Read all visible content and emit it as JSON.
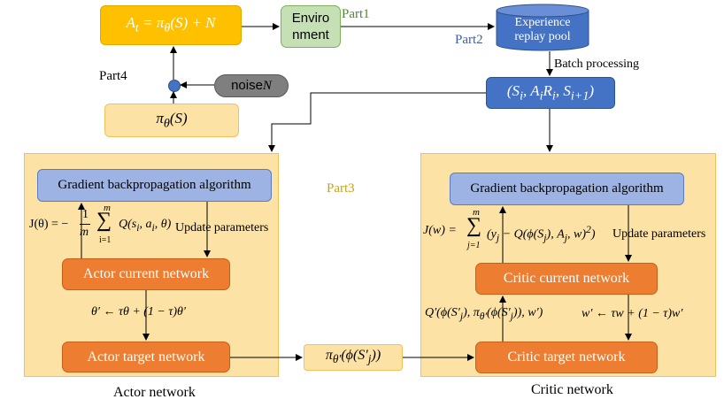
{
  "top": {
    "action_formula": "A_t = π_θ(S) + N",
    "environment": "Enviro nment",
    "environment_line1": "Enviro",
    "environment_line2": "nment",
    "part1": "Part1",
    "pool_line1": "Experience",
    "pool_line2": "replay pool",
    "part2": "Part2",
    "batch_processing": "Batch processing",
    "transition": "(S_i, A_i R_i, S_{i+1})",
    "part4": "Part4",
    "noise": "noiseN",
    "policy": "π_θ(S)"
  },
  "actor": {
    "gradient": "Gradient backpropagation algorithm",
    "objective": "J(θ) = −(1/m) Σ_{i=1}^{m} Q(s_i, a_i, θ)",
    "update": "Update parameters",
    "current": "Actor current network",
    "soft_update": "θ′ ← τθ + (1 − τ)θ′",
    "target": "Actor target network",
    "caption": "Actor network"
  },
  "middle": {
    "part3": "Part3",
    "target_policy": "π_θ′(ϕ(S′_j))"
  },
  "critic": {
    "gradient": "Gradient backpropagation algorithm",
    "objective": "J(w) = Σ_{j=1}^{m} (y_j − Q(ϕ(S_j), A_j, w)²)",
    "update": "Update parameters",
    "current": "Critic current network",
    "q_target": "Q′(ϕ(S′_j), π_θ′(ϕ(S′_j)), w′)",
    "soft_update": "w′ ← τw + (1 − τ)w′",
    "target": "Critic target network",
    "caption": "Critic network"
  },
  "colors": {
    "yellow_box": "#ffc000",
    "green_box": "#c5e0b4",
    "blue_box": "#9db3e3",
    "orange_box": "#ed7d31",
    "panel": "#fde2a6",
    "part1_green": "#4e8a2e",
    "part2_blue": "#3d5da8",
    "part3_gold": "#c9a020"
  }
}
